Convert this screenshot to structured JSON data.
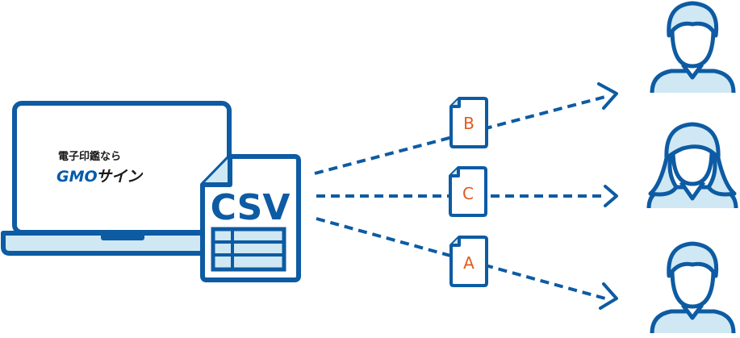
{
  "colors": {
    "stroke": "#0d5ba3",
    "fill_light": "#cfe8f3",
    "brand_blue": "#005bac",
    "letter_orange": "#e05a1f",
    "text_dark": "#1a1a1a"
  },
  "laptop": {
    "tagline": "電子印鑑なら",
    "brand_gmo": "GMO",
    "brand_sign": "サイン"
  },
  "csv_file": {
    "label": "CSV"
  },
  "documents": [
    {
      "letter": "B"
    },
    {
      "letter": "C"
    },
    {
      "letter": "A"
    }
  ],
  "recipients": [
    {
      "icon": "male-user-icon"
    },
    {
      "icon": "female-user-icon"
    },
    {
      "icon": "male-user-icon"
    }
  ]
}
